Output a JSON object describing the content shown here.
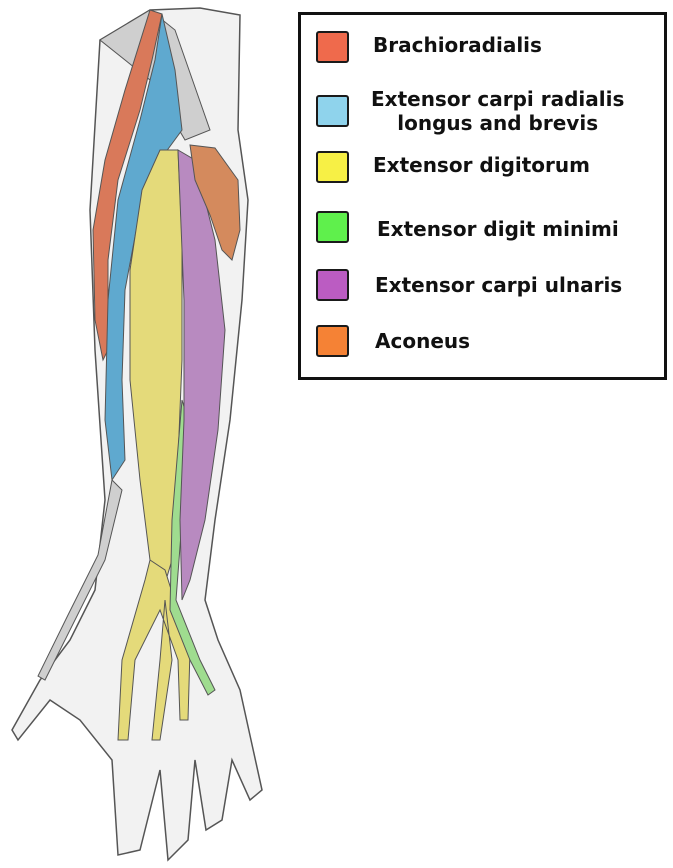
{
  "legend": {
    "items": [
      {
        "label": "Brachioradialis",
        "color": "#ef6a4c"
      },
      {
        "label": "Extensor carpi radialis\nlongus and brevis",
        "color": "#8fd3ec"
      },
      {
        "label": "Extensor digitorum",
        "color": "#f7f045"
      },
      {
        "label": "Extensor digit minimi",
        "color": "#5ff04c"
      },
      {
        "label": "Extensor carpi ulnaris",
        "color": "#bb5cc2"
      },
      {
        "label": "Aconeus",
        "color": "#f58235"
      }
    ]
  },
  "illustration": {
    "colors": {
      "brachioradialis": "#d9795a",
      "ecr": "#5fa9cf",
      "digitorum": "#e4da7a",
      "digiti_minimi": "#9fdc8f",
      "ulnaris": "#b88ac0",
      "anconeus": "#d48a5d",
      "skin": "#f2f2f2",
      "tendon": "#cfcfcf",
      "outline": "#555555"
    }
  }
}
